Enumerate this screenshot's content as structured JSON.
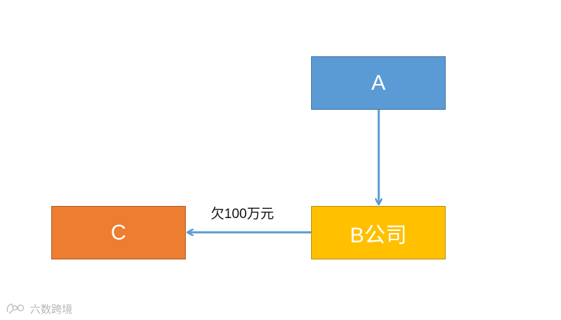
{
  "diagram": {
    "nodes": [
      {
        "id": "A",
        "label": "A",
        "fill": "#5b9bd5",
        "border": "#41719c"
      },
      {
        "id": "B",
        "label": "B公司",
        "fill": "#ffc000",
        "border": "#bc8c00"
      },
      {
        "id": "C",
        "label": "C",
        "fill": "#ed7d31",
        "border": "#ae5a21"
      }
    ],
    "edges": [
      {
        "from": "A",
        "to": "B",
        "label": "",
        "color": "#5b9bd5"
      },
      {
        "from": "B",
        "to": "C",
        "label": "欠100万元",
        "color": "#5b9bd5"
      }
    ]
  },
  "watermark": {
    "text": "六数跨境"
  }
}
